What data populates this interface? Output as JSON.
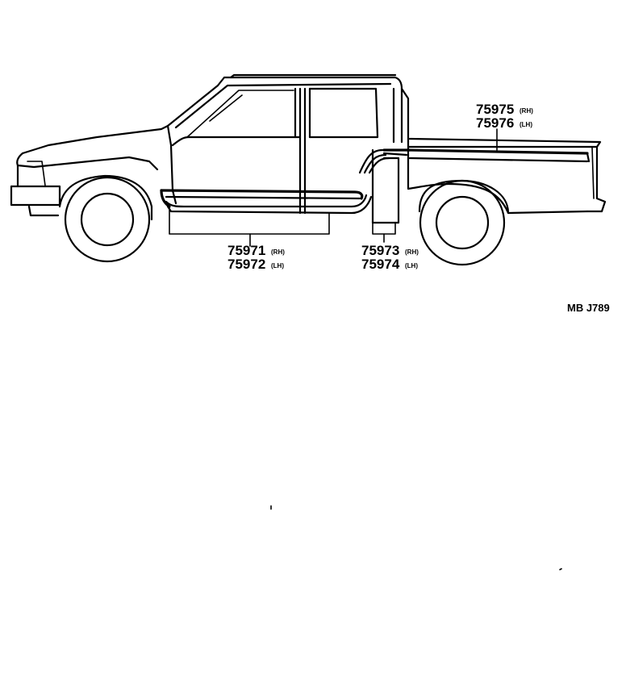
{
  "parts": [
    {
      "number": "75975",
      "side": "(RH)"
    },
    {
      "number": "75976",
      "side": "(LH)"
    },
    {
      "number": "75971",
      "side": "(RH)"
    },
    {
      "number": "75972",
      "side": "(LH)"
    },
    {
      "number": "75973",
      "side": "(RH)"
    },
    {
      "number": "75974",
      "side": "(LH)"
    }
  ],
  "figure_code": "MB J789"
}
